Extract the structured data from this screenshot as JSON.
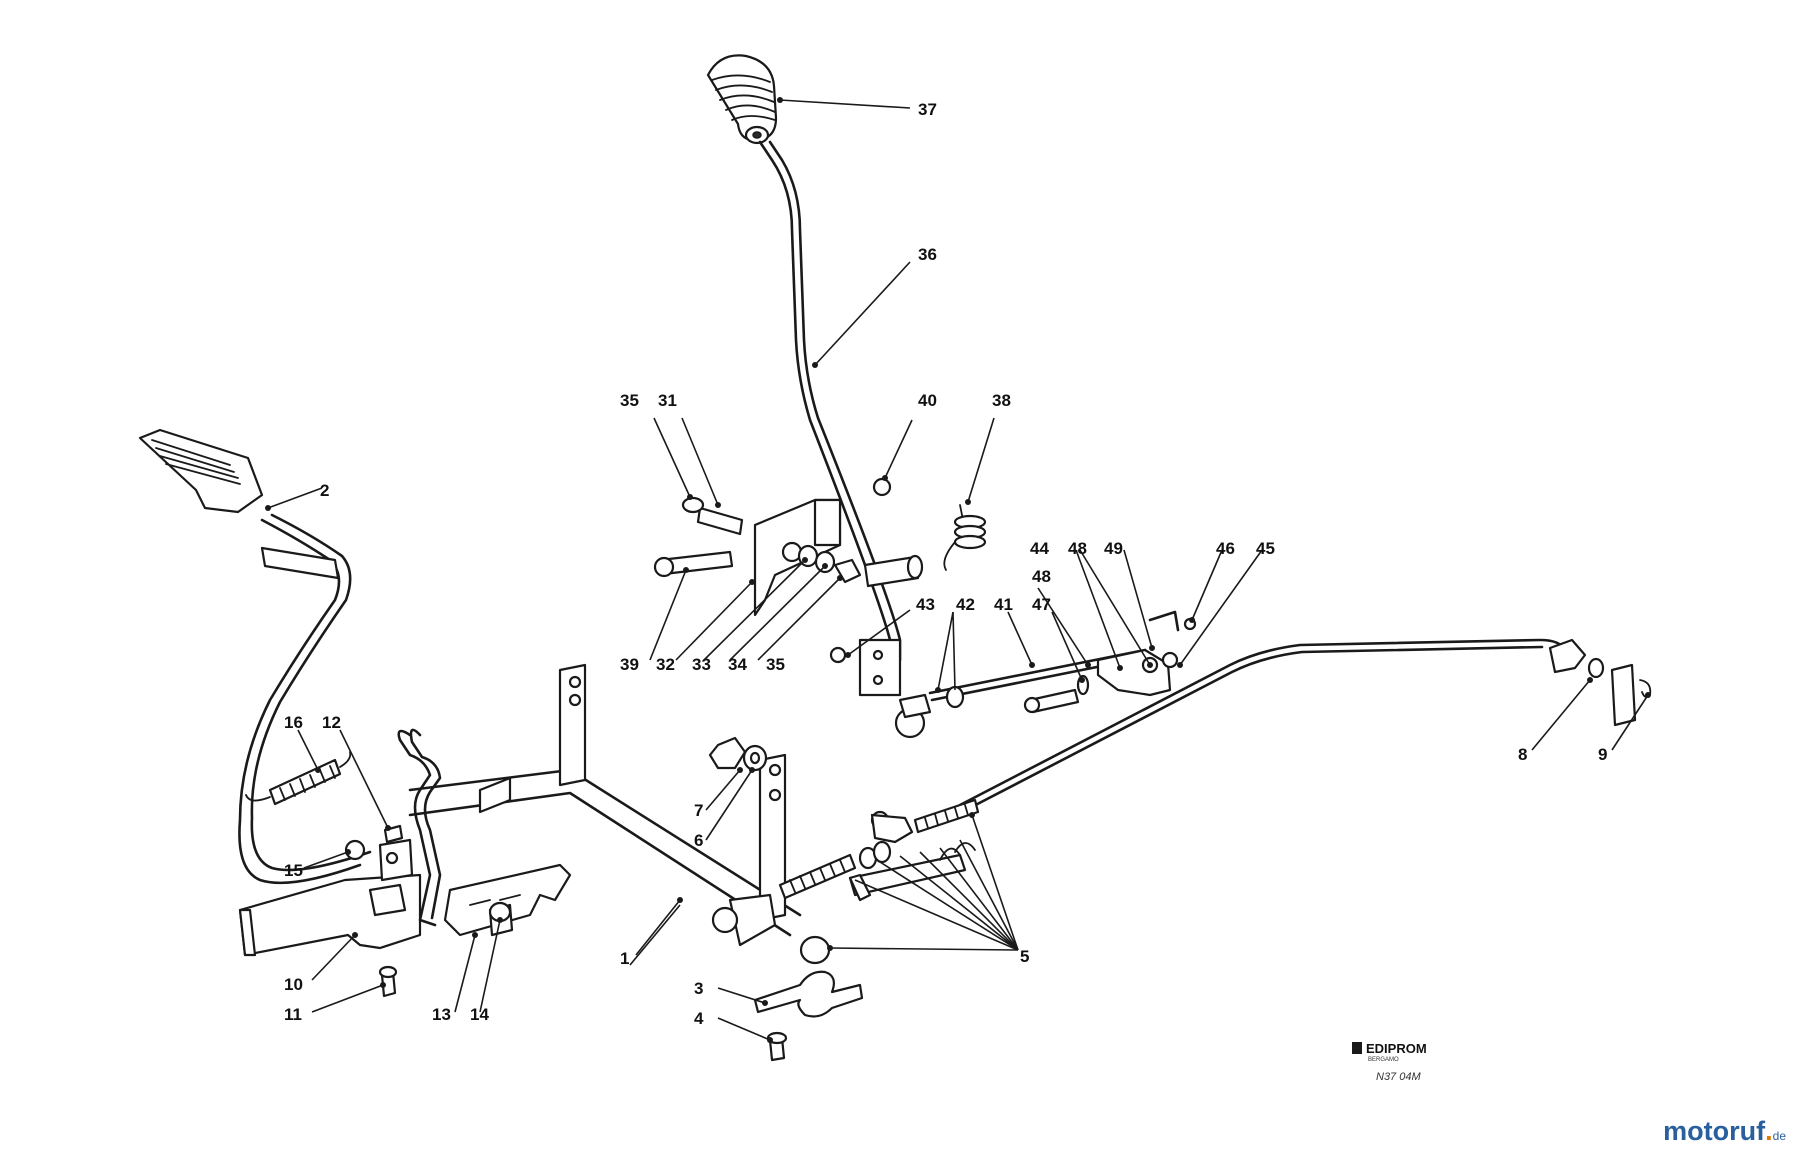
{
  "callouts": {
    "c1": "1",
    "c2": "2",
    "c3": "3",
    "c4": "4",
    "c5": "5",
    "c6": "6",
    "c7": "7",
    "c8": "8",
    "c9": "9",
    "c10": "10",
    "c11": "11",
    "c12": "12",
    "c13": "13",
    "c14": "14",
    "c15": "15",
    "c16": "16",
    "c31": "31",
    "c32": "32",
    "c33": "33",
    "c34": "34",
    "c35a": "35",
    "c35b": "35",
    "c36": "36",
    "c37": "37",
    "c38": "38",
    "c39": "39",
    "c40": "40",
    "c41": "41",
    "c42": "42",
    "c43": "43",
    "c44": "44",
    "c45": "45",
    "c46": "46",
    "c47": "47",
    "c48a": "48",
    "c48b": "48",
    "c49": "49"
  },
  "stamp": {
    "brand": "EDIPROM",
    "subtitle": "BERGAMO",
    "code": "N37 04M"
  },
  "watermark": {
    "part_a": "motoruf",
    "part_b": ".",
    "part_c": "de"
  },
  "colors": {
    "line": "#1a1a1a",
    "watermark_blue": "#2a5f9e",
    "watermark_orange": "#e07b00"
  }
}
